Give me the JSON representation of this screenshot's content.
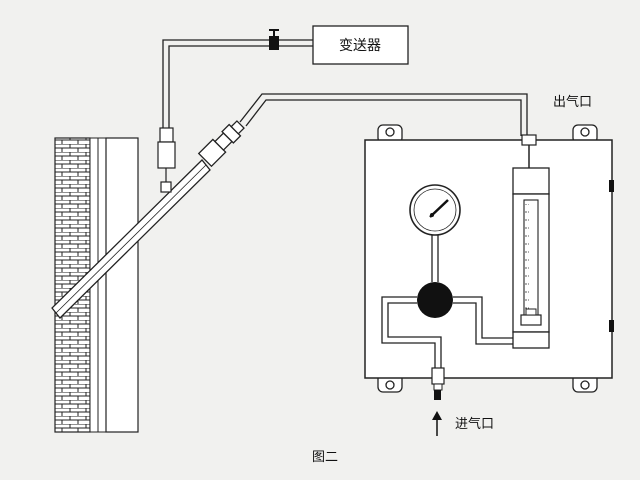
{
  "diagram": {
    "caption": "图二",
    "transmitter_label": "变送器",
    "outlet_label": "出气口",
    "inlet_label": "进气口",
    "colors": {
      "background": "#f1f1ef",
      "line": "#1a1a1a",
      "fill_dark": "#111111",
      "fill_light": "#ffffff"
    },
    "icons": {
      "inlet_arrow": "up-arrow-icon",
      "pressure_gauge": "pressure-gauge-icon",
      "valve": "ball-valve-icon",
      "flowmeter": "rotameter-icon"
    }
  }
}
